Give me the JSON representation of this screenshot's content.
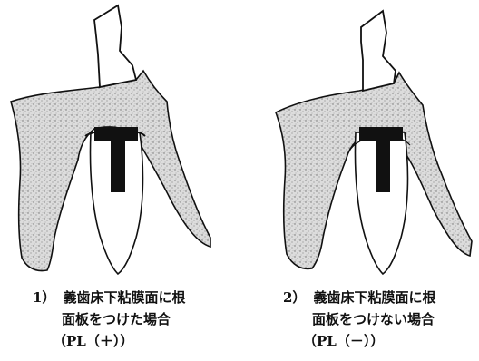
{
  "figure": {
    "panels": [
      {
        "id": "pl-plus",
        "number": "1）",
        "caption_line1": "義歯床下粘膜面に根",
        "caption_line2": "面板をつけた場合",
        "caption_line3": "（PL（＋））"
      },
      {
        "id": "pl-minus",
        "number": "2）",
        "caption_line1": "義歯床下粘膜面に根",
        "caption_line2": "面板をつけない場合",
        "caption_line3": "（PL（－））"
      }
    ],
    "colors": {
      "outline": "#111111",
      "stipple_base": "#d8d8d8",
      "stipple_dot": "#7a7a7a",
      "post": "#111111",
      "background": "#ffffff"
    }
  }
}
